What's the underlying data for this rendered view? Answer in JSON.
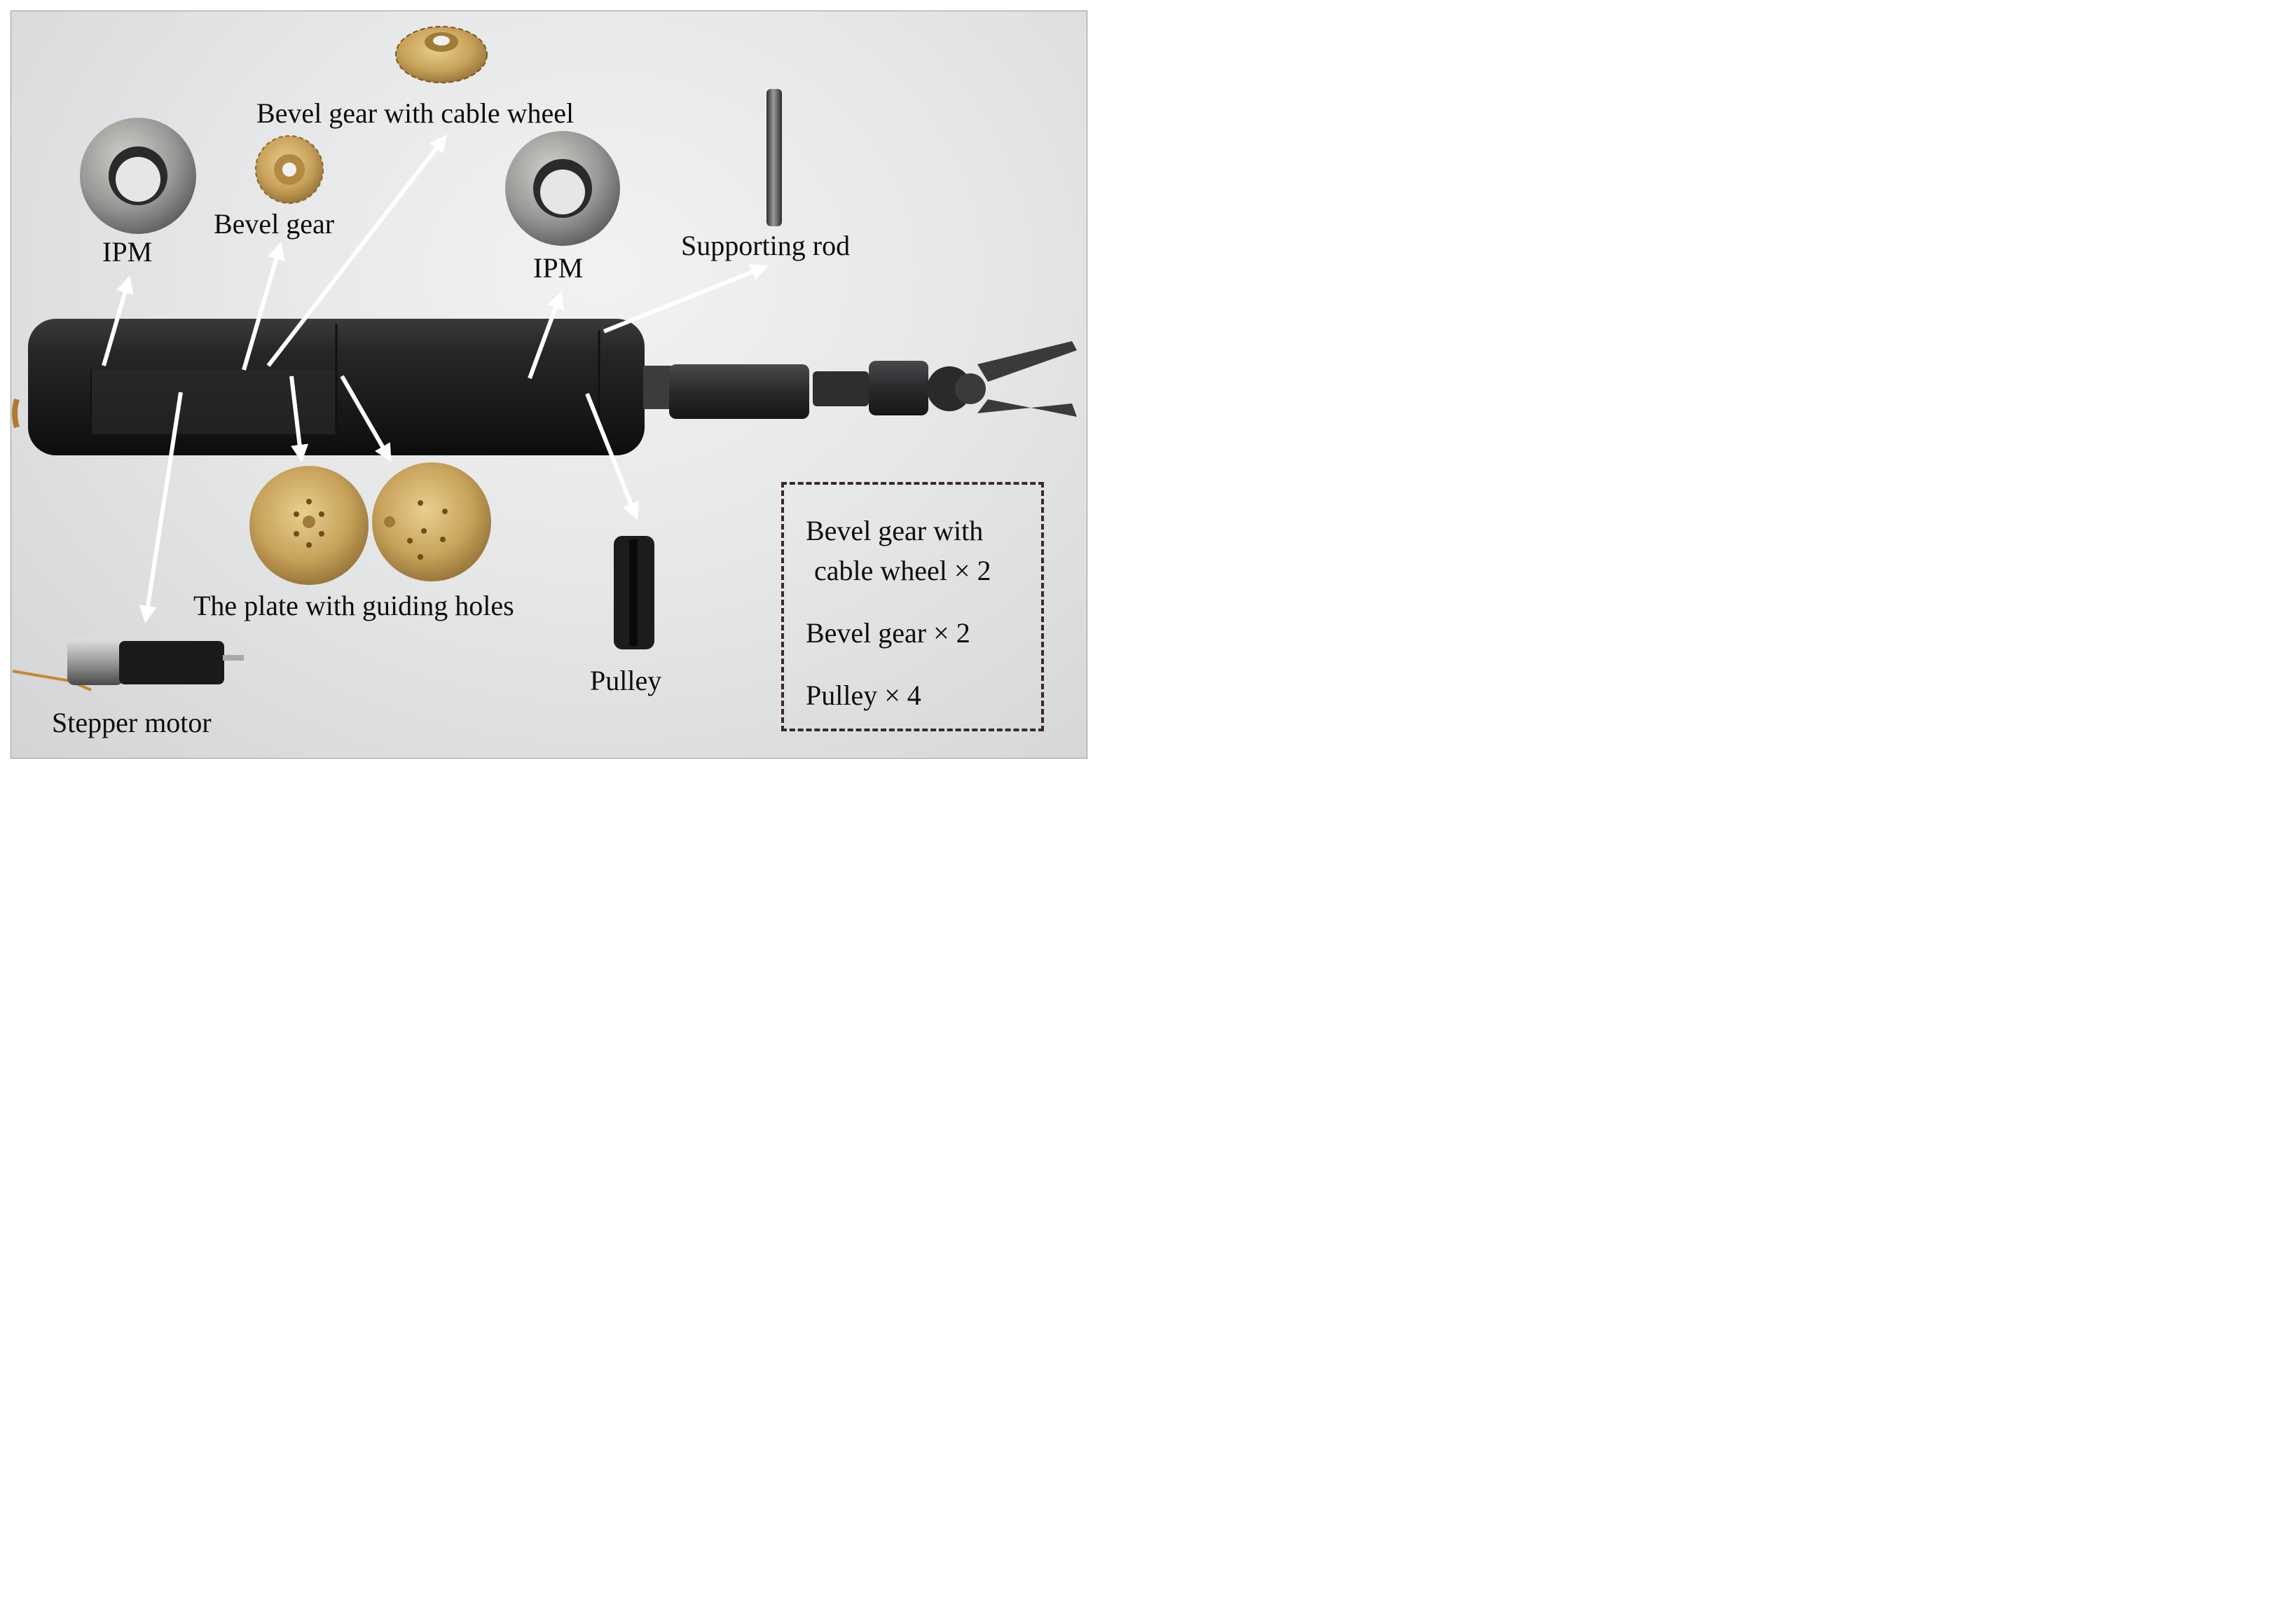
{
  "labels": {
    "ipm_left": "IPM",
    "bevel_gear": "Bevel gear",
    "bevel_gear_cable_wheel": "Bevel gear with cable wheel",
    "ipm_right": "IPM",
    "supporting_rod": "Supporting rod",
    "plate_guiding_holes": "The plate with guiding holes",
    "pulley": "Pulley",
    "stepper_motor": "Stepper motor"
  },
  "quantities": {
    "line1a": "Bevel gear with",
    "line1b": "cable wheel × 2",
    "line2": "Bevel gear × 2",
    "line3": "Pulley × 4"
  },
  "colors": {
    "arrow": "#ffffff",
    "body": "#1e1e20",
    "brass": "#c8a25a",
    "magnet": "#9a9896",
    "box_border": "#3a2a2a"
  }
}
